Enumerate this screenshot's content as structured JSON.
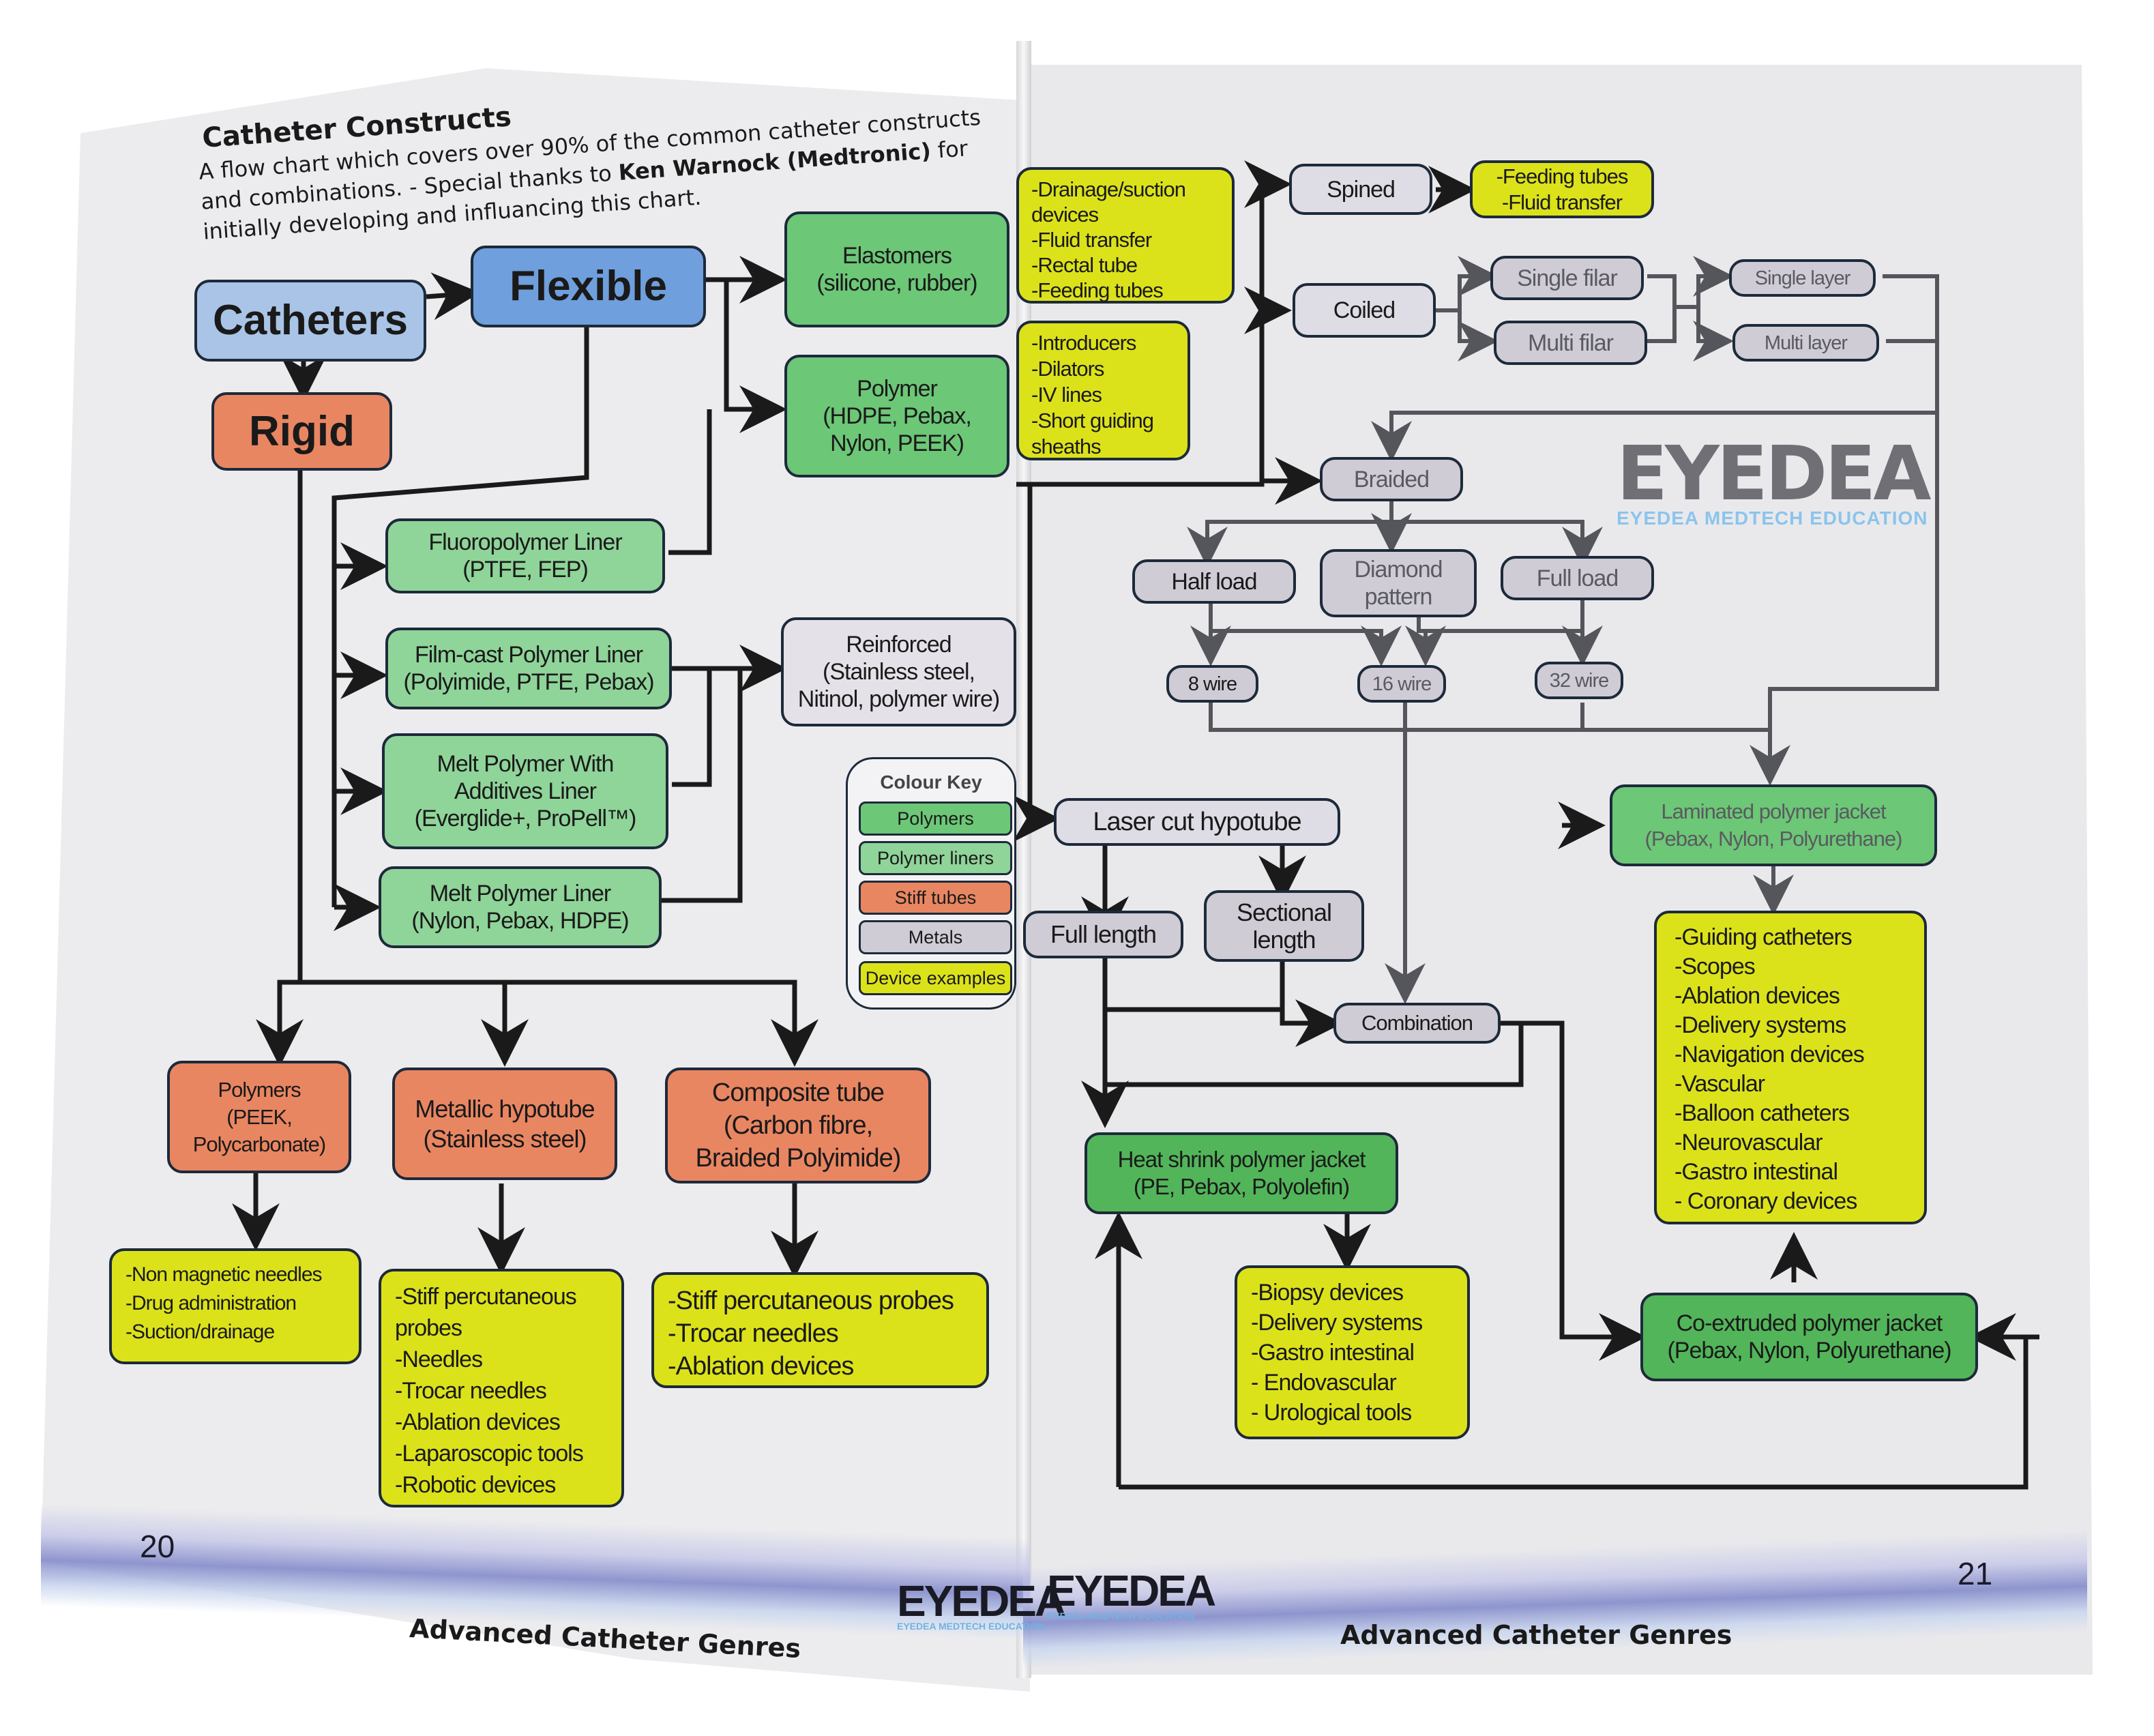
{
  "header": {
    "title": "Catheter Constructs",
    "intro_part1": "A flow chart which covers over 90% of the common catheter constructs and combinations. - Special thanks to ",
    "intro_bold": "Ken Warnock (Medtronic)",
    "intro_part2": " for initially developing and influancing this chart."
  },
  "nodes": {
    "catheters": "Catheters",
    "flexible": "Flexible",
    "rigid": "Rigid",
    "elastomers": [
      "Elastomers",
      "(silicone, rubber)"
    ],
    "polymer": [
      "Polymer",
      "(HDPE, Pebax,",
      "Nylon, PEEK)"
    ],
    "fluoropolymer_liner": [
      "Fluoropolymer Liner",
      "(PTFE, FEP)"
    ],
    "filmcast_liner": [
      "Film-cast Polymer Liner",
      "(Polyimide, PTFE, Pebax)"
    ],
    "melt_additives_liner": [
      "Melt Polymer With",
      "Additives Liner",
      "(Everglide+, ProPell™)"
    ],
    "melt_liner": [
      "Melt Polymer Liner",
      "(Nylon, Pebax, HDPE)"
    ],
    "reinforced": [
      "Reinforced",
      "(Stainless steel,",
      "Nitinol, polymer wire)"
    ],
    "rigid_polymers": [
      "Polymers",
      "(PEEK,",
      "Polycarbonate)"
    ],
    "metallic_hypotube": [
      "Metallic hypotube",
      "(Stainless steel)"
    ],
    "composite_tube": [
      "Composite tube",
      "(Carbon fibre,",
      "Braided Polyimide)"
    ],
    "spined": "Spined",
    "coiled": "Coiled",
    "single_filar": "Single filar",
    "multi_filar": "Multi filar",
    "single_layer": "Single layer",
    "multi_layer": "Multi layer",
    "braided": "Braided",
    "half_load": "Half load",
    "diamond_pattern": [
      "Diamond",
      "pattern"
    ],
    "full_load": "Full load",
    "wire_8": "8 wire",
    "wire_16": "16 wire",
    "wire_32": "32 wire",
    "laser_cut_hypotube": "Laser cut hypotube",
    "full_length": "Full length",
    "sectional_length": [
      "Sectional",
      "length"
    ],
    "combination": "Combination",
    "laminated_jacket": [
      "Laminated polymer jacket",
      "(Pebax, Nylon, Polyurethane)"
    ],
    "heat_shrink_jacket": [
      "Heat shrink polymer jacket",
      "(PE, Pebax, Polyolefin)"
    ],
    "coextruded_jacket": [
      "Co-extruded polymer jacket",
      "(Pebax, Nylon, Polyurethane)"
    ]
  },
  "device_examples": {
    "elastomers": [
      "-Drainage/suction",
      "devices",
      "-Fluid transfer",
      "-Rectal tube",
      "-Feeding tubes"
    ],
    "polymer": [
      "-Introducers",
      "-Dilators",
      "-IV lines",
      "-Short guiding",
      "sheaths"
    ],
    "spined": [
      "-Feeding tubes",
      "-Fluid transfer"
    ],
    "rigid_polymers": [
      "-Non magnetic needles",
      "-Drug administration",
      "-Suction/drainage"
    ],
    "metallic_hypotube": [
      "-Stiff percutaneous",
      "probes",
      "-Needles",
      "-Trocar needles",
      "-Ablation devices",
      "-Laparoscopic tools",
      "-Robotic devices"
    ],
    "composite_tube": [
      "-Stiff percutaneous probes",
      "-Trocar needles",
      "-Ablation devices"
    ],
    "laminated_jacket": [
      "-Guiding catheters",
      "-Scopes",
      "-Ablation devices",
      "-Delivery systems",
      "-Navigation devices",
      "-Vascular",
      "-Balloon catheters",
      "-Neurovascular",
      "-Gastro intestinal",
      "- Coronary devices"
    ],
    "heat_shrink_jacket": [
      "-Biopsy devices",
      "-Delivery systems",
      "-Gastro intestinal",
      "- Endovascular",
      "- Urological tools"
    ]
  },
  "colour_key": {
    "title": "Colour Key",
    "items": [
      {
        "label": "Polymers",
        "color": "#6cc777"
      },
      {
        "label": "Polymer liners",
        "color": "#8fd499"
      },
      {
        "label": "Stiff tubes",
        "color": "#e98662"
      },
      {
        "label": "Metals",
        "color": "#cfccd6"
      },
      {
        "label": "Device examples",
        "color": "#dce21a"
      }
    ]
  },
  "branding": {
    "logo_mark": "EYEDEA",
    "logo_sub": "EYEDEA MEDTECH EDUCATION"
  },
  "footer": {
    "left_page_number": "20",
    "right_page_number": "21",
    "left_title": "Advanced Catheter Genres",
    "right_title": "Advanced Catheter Genres"
  },
  "colors": {
    "catheters": "#a9c4e6",
    "flexible": "#6f9fdc",
    "stiff_tubes": "#e98662",
    "polymers": "#6cc777",
    "polymer_liners": "#8fd499",
    "metals": "#cfccd6",
    "device_examples": "#dce21a",
    "connector": "#1a1a1a"
  }
}
